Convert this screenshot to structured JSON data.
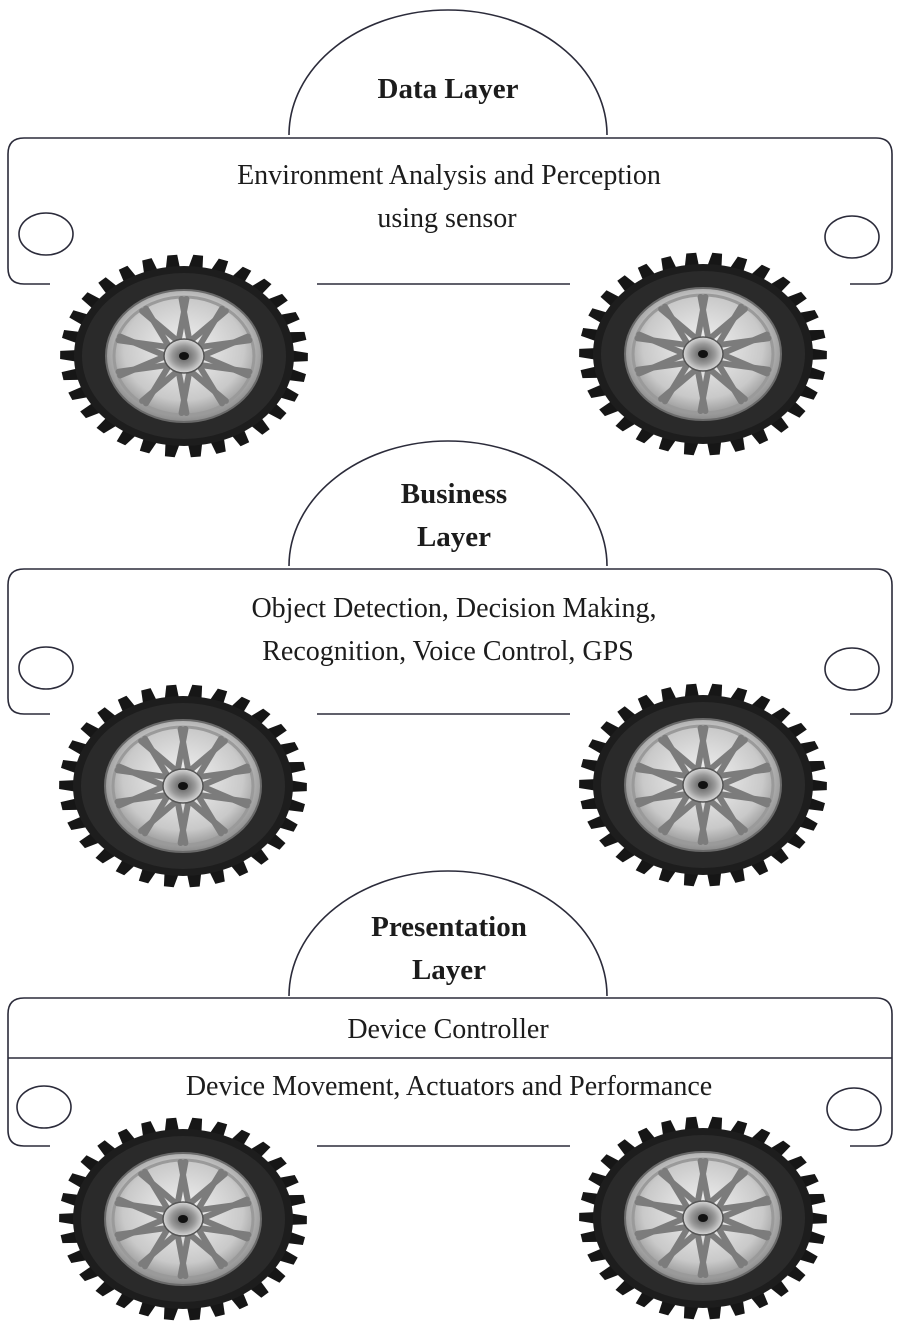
{
  "layers": [
    {
      "id": "data",
      "title_lines": [
        "Data Layer"
      ],
      "body_lines": [
        "Environment Analysis and Perception",
        "using sensor"
      ]
    },
    {
      "id": "business",
      "title_lines": [
        "Business",
        "Layer"
      ],
      "body_lines": [
        "Object Detection, Decision Making,",
        "Recognition, Voice Control, GPS"
      ]
    },
    {
      "id": "presentation",
      "title_lines": [
        "Presentation",
        "Layer"
      ],
      "header": "Device Controller",
      "body_lines": [
        "Device Movement, Actuators and Performance"
      ]
    }
  ],
  "colors": {
    "outline": "#2b2b3a",
    "tire": "#1a1a1a",
    "rim": "#d4d4d4",
    "text": "#1c1c1c"
  },
  "icons": [
    "tire-icon",
    "wheel-well-icon"
  ]
}
